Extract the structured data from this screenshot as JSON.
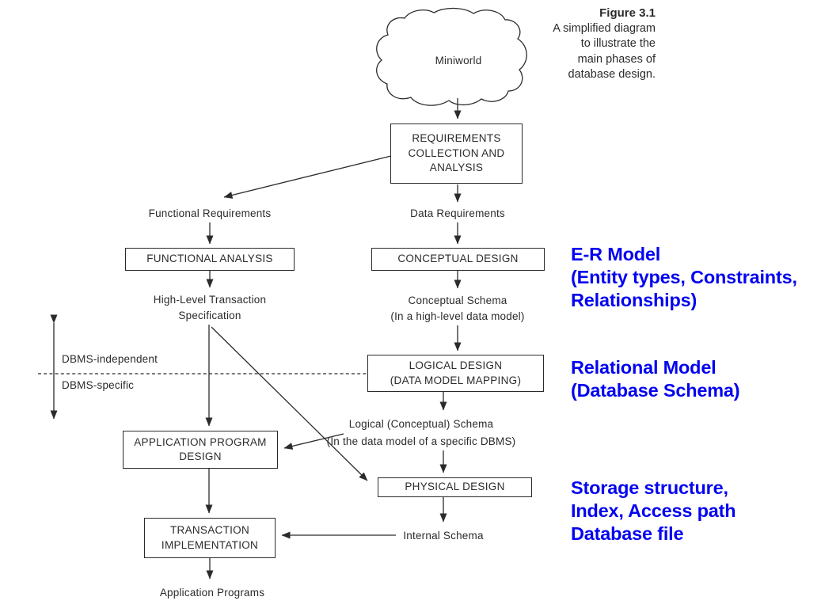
{
  "colors": {
    "annotation_blue": "#0404f0",
    "diagram_ink": "#2b2b2b"
  },
  "figure_caption": {
    "title": "Figure 3.1",
    "body": "A simplified diagram\nto illustrate the\nmain phases of\ndatabase design."
  },
  "diagram": {
    "cloud_label": "Miniworld",
    "boxes": {
      "requirements": "REQUIREMENTS\nCOLLECTION AND\nANALYSIS",
      "functional_analysis": "FUNCTIONAL ANALYSIS",
      "conceptual_design": "CONCEPTUAL DESIGN",
      "logical_design": "LOGICAL DESIGN\n(DATA MODEL MAPPING)",
      "application_program_design": "APPLICATION PROGRAM\nDESIGN",
      "physical_design": "PHYSICAL DESIGN",
      "transaction_implementation": "TRANSACTION\nIMPLEMENTATION"
    },
    "labels": {
      "functional_requirements": "Functional Requirements",
      "data_requirements": "Data Requirements",
      "high_level_transaction_specification": "High-Level Transaction\nSpecification",
      "conceptual_schema": "Conceptual Schema\n(In a high-level data model)",
      "dbms_independent": "DBMS-independent",
      "dbms_specific": "DBMS-specific",
      "logical_schema": "Logical (Conceptual) Schema\n(In the data model of a specific DBMS)",
      "internal_schema": "Internal Schema",
      "application_programs": "Application Programs"
    },
    "annotations": {
      "er_model": "E-R Model\n(Entity types, Constraints,\nRelationships)",
      "relational_model": "Relational Model\n(Database Schema)",
      "storage": "Storage structure,\nIndex, Access path\nDatabase file"
    }
  }
}
